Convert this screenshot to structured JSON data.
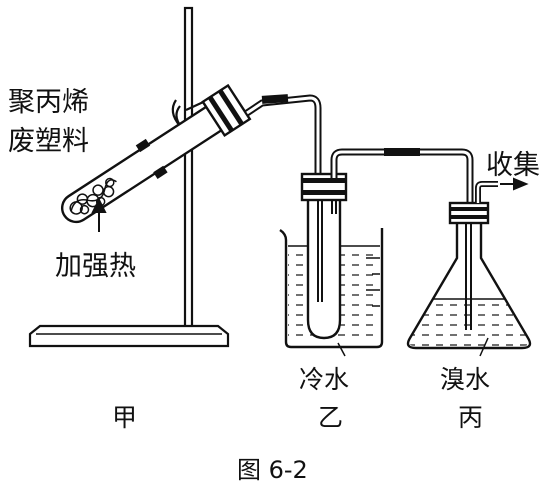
{
  "labels": {
    "plastic_line1": "聚丙烯",
    "plastic_line2": "废塑料",
    "heat": "加强热",
    "collect": "收集",
    "cold_water": "冷水",
    "bromine_water": "溴水",
    "apparatus_a": "甲",
    "apparatus_b": "乙",
    "apparatus_c": "丙",
    "figure_caption": "图 6-2"
  }
}
